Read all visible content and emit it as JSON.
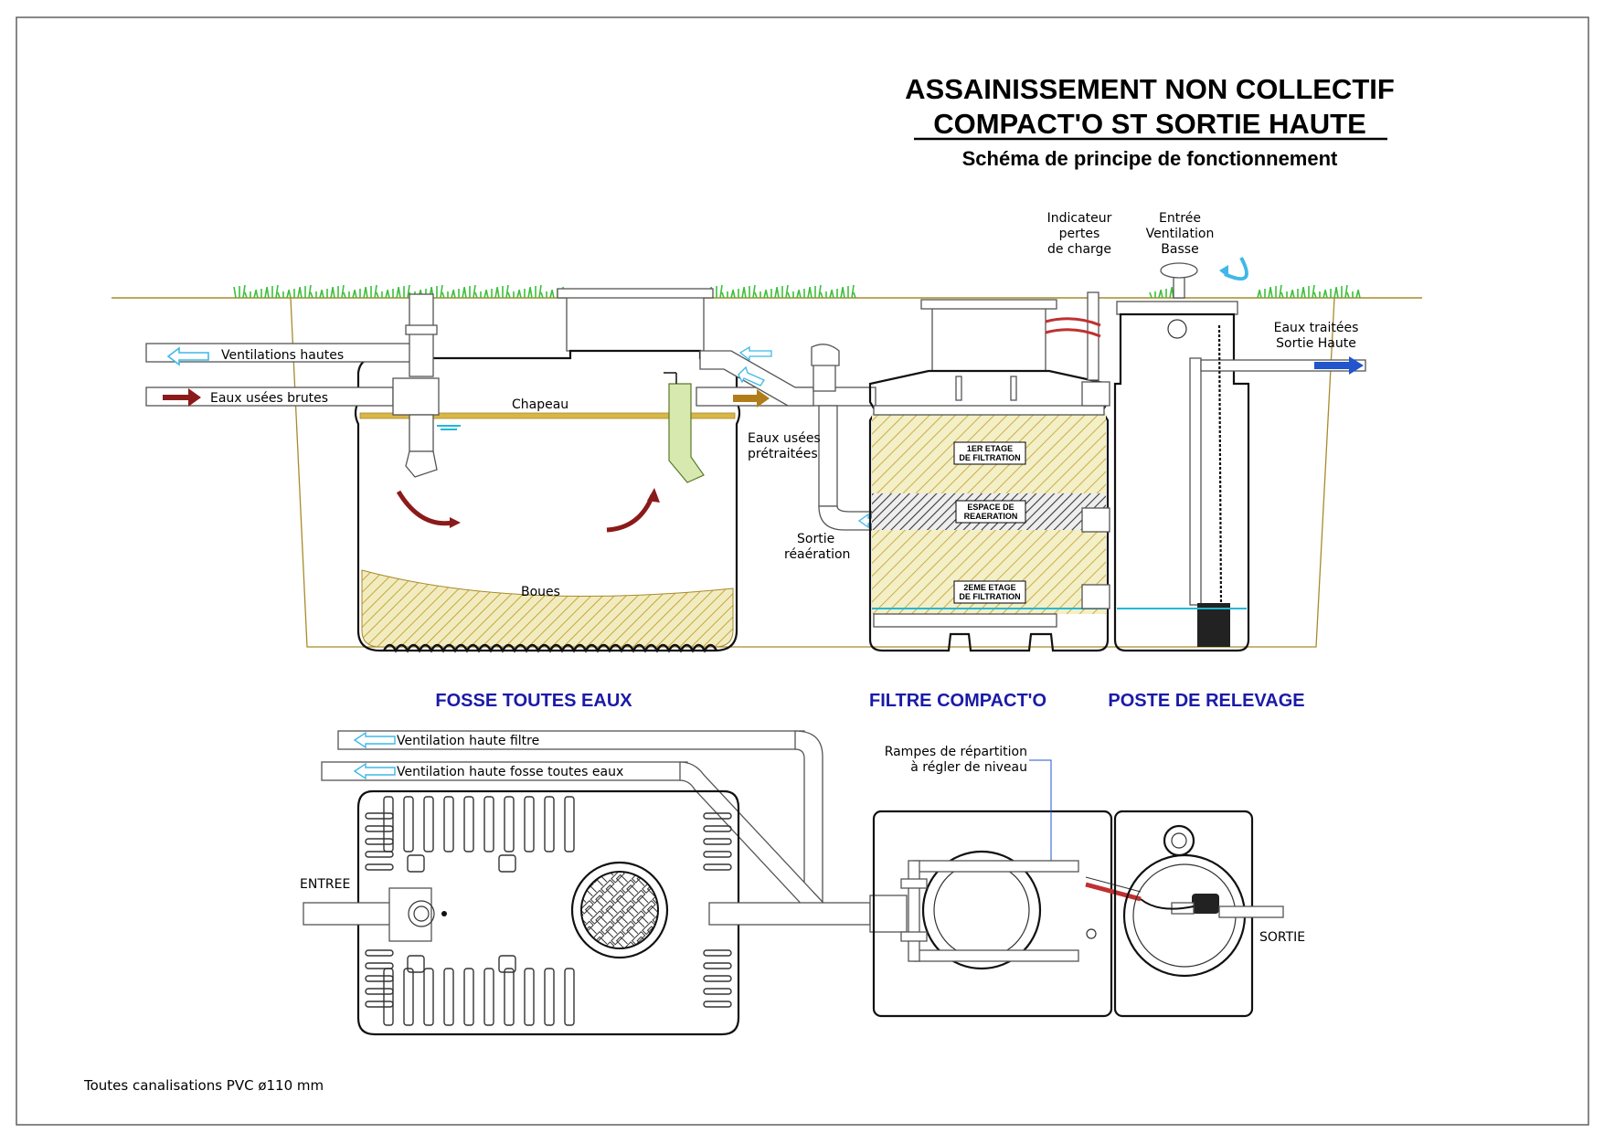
{
  "title": {
    "line1": "ASSAINISSEMENT NON COLLECTIF",
    "line2": "COMPACT'O ST SORTIE HAUTE",
    "line3": "Schéma de principe de fonctionnement"
  },
  "labels": {
    "ventilations_hautes": "Ventilations hautes",
    "eaux_usees_brutes": "Eaux usées brutes",
    "chapeau": "Chapeau",
    "boues": "Boues",
    "eaux_usees_pretraitees_1": "Eaux usées",
    "eaux_usees_pretraitees_2": "prétraitées",
    "sortie_reaeration_1": "Sortie",
    "sortie_reaeration_2": "réaération",
    "indicateur_1": "Indicateur",
    "indicateur_2": "pertes",
    "indicateur_3": "de charge",
    "entree_vent_1": "Entrée",
    "entree_vent_2": "Ventilation",
    "entree_vent_3": "Basse",
    "eaux_traitees_1": "Eaux traitées",
    "eaux_traitees_2": "Sortie Haute",
    "etage1_1": "1ER ETAGE",
    "etage1_2": "DE FILTRATION",
    "reaeration_1": "ESPACE DE",
    "reaeration_2": "REAERATION",
    "etage2_1": "2EME ETAGE",
    "etage2_2": "DE FILTRATION",
    "vent_haute_filtre": "Ventilation haute filtre",
    "vent_haute_fosse": "Ventilation haute fosse toutes eaux",
    "rampes_1": "Rampes de répartition",
    "rampes_2": "à régler de niveau",
    "entree": "ENTREE",
    "sortie": "SORTIE",
    "footer": "Toutes canalisations PVC ø110 mm"
  },
  "sections": {
    "fosse": "FOSSE TOUTES EAUX",
    "filtre": "FILTRE COMPACT'O",
    "poste": "POSTE DE RELEVAGE"
  },
  "colors": {
    "section_label": "#1a1aa8",
    "sludge_hatch": "#c9a43a",
    "hatch_bg": "#f1ecc0",
    "reaeration_hatch": "#3a3a3a",
    "water": "#21b9d6",
    "arrow_red": "#8b1a1a",
    "arrow_brown": "#b07d1a",
    "arrow_light_blue": "#3fb8e8",
    "arrow_outlet_blue": "#2255cc",
    "grass": "#3cbf3c"
  }
}
